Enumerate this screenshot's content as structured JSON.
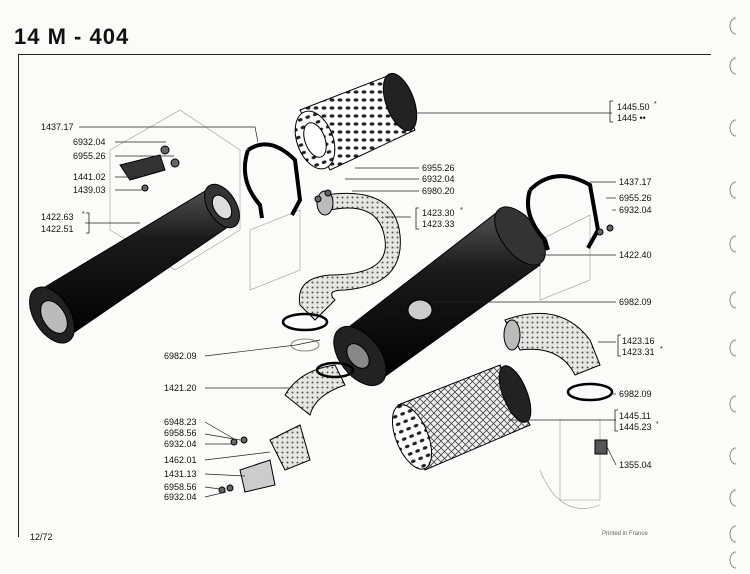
{
  "header": {
    "model": "14 M",
    "dash": "-",
    "number": "404"
  },
  "footer": {
    "page": "12/72",
    "printed": "Printed in France"
  },
  "part_labels": {
    "l_1437_17_left": "1437.17",
    "l_6932_04_a": "6932.04",
    "l_6955_26_a": "6955.26",
    "l_1441_02": "1441.02",
    "l_1439_03": "1439.03",
    "l_1422_63": "1422.63",
    "l_1422_51": "1422.51",
    "l_6982_09_left": "6982.09",
    "l_1421_20": "1421.20",
    "l_6948_23": "6948.23",
    "l_6958_56_a": "6958.56",
    "l_6932_04_b": "6932.04",
    "l_1462_01": "1462.01",
    "l_1431_13": "1431.13",
    "l_6958_56_b": "6958.56",
    "l_6932_04_c": "6932.04",
    "l_1445_50": "1445.50",
    "l_1445_dots": "1445 ••",
    "l_6955_26_b": "6955.26",
    "l_6932_04_d": "6932.04",
    "l_6980_20": "6980.20",
    "l_1423_30": "1423.30",
    "l_1423_33": "1423.33",
    "l_1437_17_right": "1437.17",
    "l_6955_26_c": "6955.26",
    "l_6932_04_e": "6932.04",
    "l_1422_40": "1422.40",
    "l_6982_09_b": "6982.09",
    "l_1423_16": "1423.16",
    "l_1423_31": "1423.31",
    "l_6982_09_c": "6982.09",
    "l_1445_11": "1445.11",
    "l_1445_23": "1445.23",
    "l_1355_04": "1355.04"
  },
  "marks": {
    "asterisk": "*"
  }
}
